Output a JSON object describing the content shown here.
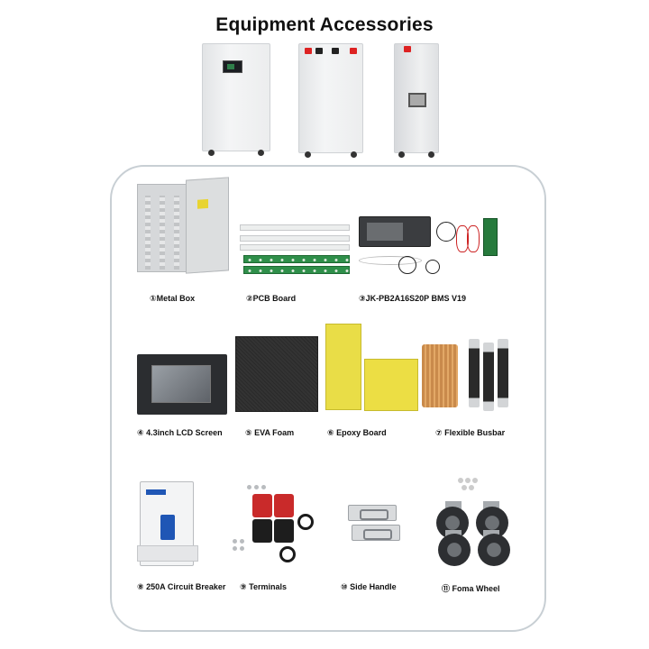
{
  "title": "Equipment Accessories",
  "accessories": [
    {
      "number": "①",
      "name": "Metal Box"
    },
    {
      "number": "②",
      "name": "PCB Board"
    },
    {
      "number": "③",
      "name": "JK-PB2A16S20P BMS V19"
    },
    {
      "number": "④",
      "name": "4.3inch LCD Screen"
    },
    {
      "number": "⑤",
      "name": "EVA Foam"
    },
    {
      "number": "⑥",
      "name": "Epoxy Board"
    },
    {
      "number": "⑦",
      "name": "Flexible Busbar"
    },
    {
      "number": "⑧",
      "name": "250A Circuit Breaker"
    },
    {
      "number": "⑨",
      "name": "Terminals"
    },
    {
      "number": "⑩",
      "name": "Side Handle"
    },
    {
      "number": "⑪",
      "name": "Foma Wheel"
    }
  ],
  "colors": {
    "frame_border": "#c8cfd4",
    "epoxy_yellow": "#e9dd47",
    "pcb_green": "#2f8f4a",
    "terminal_red": "#c92a2a",
    "breaker_blue": "#1f56b5"
  }
}
